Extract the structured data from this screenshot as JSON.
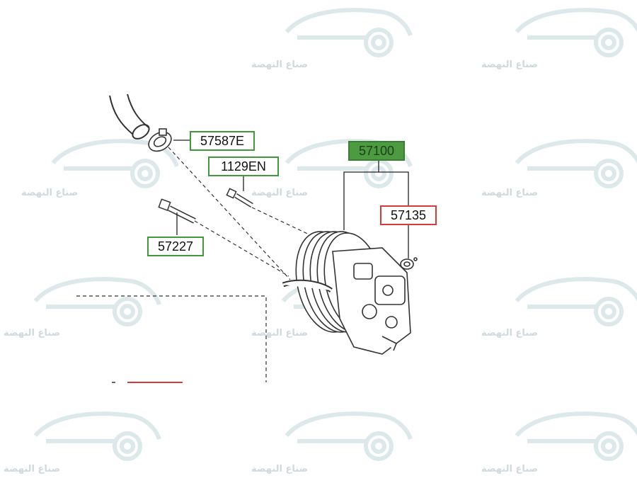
{
  "watermark": {
    "text": "صناع النهضة",
    "icon": "car-gear-logo",
    "color": "#cfd9dd"
  },
  "parts": {
    "p57587E": "57587E",
    "p1129EN": "1129EN",
    "p57100": "57100",
    "p57135": "57135",
    "p57227": "57227"
  },
  "colors": {
    "green_border": "#3f9a3a",
    "red_border": "#d83a3a",
    "highlight_fill": "#4c9b40",
    "line": "#222222",
    "stray_red": "#d83a3a"
  }
}
